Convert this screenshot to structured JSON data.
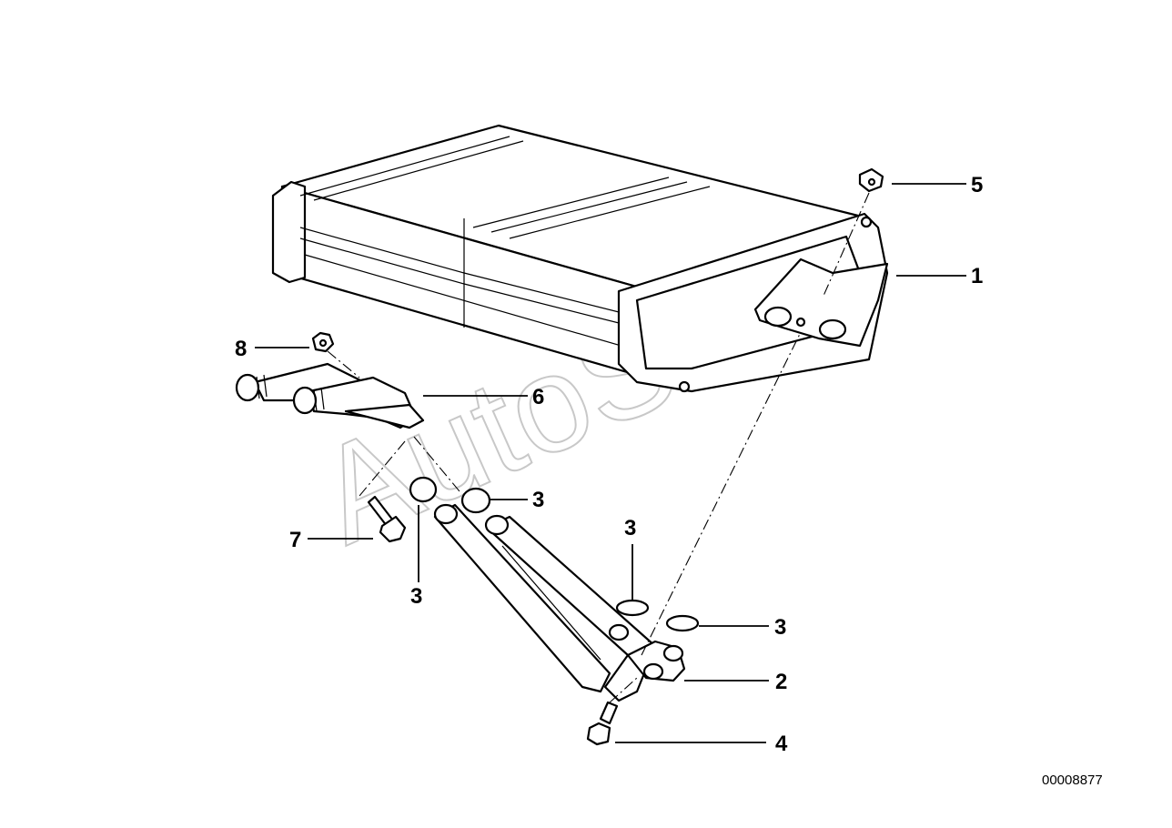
{
  "callouts": [
    {
      "id": "c1",
      "text": "1"
    },
    {
      "id": "c2",
      "text": "2"
    },
    {
      "id": "c3a",
      "text": "3"
    },
    {
      "id": "c3b",
      "text": "3"
    },
    {
      "id": "c3c",
      "text": "3"
    },
    {
      "id": "c3d",
      "text": "3"
    },
    {
      "id": "c4",
      "text": "4"
    },
    {
      "id": "c5",
      "text": "5"
    },
    {
      "id": "c6",
      "text": "6"
    },
    {
      "id": "c7",
      "text": "7"
    },
    {
      "id": "c8",
      "text": "8"
    }
  ],
  "reference_number": "00008877",
  "watermark": "AutoSoft"
}
